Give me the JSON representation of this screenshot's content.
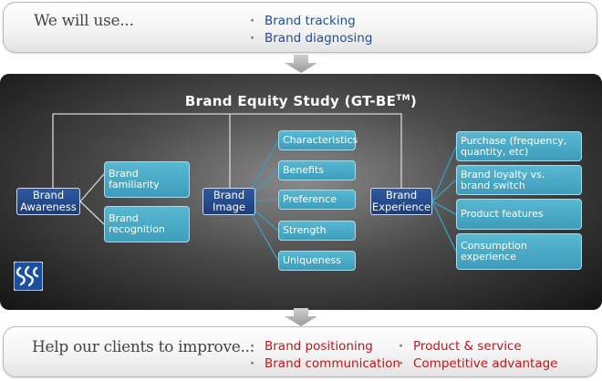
{
  "top": {
    "heading": "We will use...",
    "items": [
      "Brand tracking",
      "Brand diagnosing"
    ]
  },
  "diagram": {
    "title": "Brand Equity Study (GT-BE",
    "title_sup": "TM",
    "title_close": ")",
    "awareness": {
      "label_line1": "Brand",
      "label_line2": "Awareness",
      "children": [
        "Brand familiarity",
        "Brand recognition"
      ]
    },
    "image": {
      "label_line1": "Brand",
      "label_line2": "Image",
      "children": [
        "Characteristics",
        "Benefits",
        "Preference",
        "Strength",
        "Uniqueness"
      ]
    },
    "experience": {
      "label_line1": "Brand",
      "label_line2": "Experience",
      "children": [
        {
          "line1": "Purchase (frequency,",
          "line2": "quantity, etc)"
        },
        {
          "line1": "Brand loyalty vs.",
          "line2": "brand switch"
        },
        {
          "line1": "Product features",
          "line2": ""
        },
        {
          "line1": "Consumption experience",
          "line2": ""
        }
      ]
    }
  },
  "bottom": {
    "heading": "Help our clients to improve...",
    "col1": [
      "Brand positioning",
      "Brand communication"
    ],
    "col2": [
      "Product & service",
      "Competitive advantage"
    ]
  },
  "colors": {
    "list_blue": "#1f4e99",
    "list_red": "#c0161b",
    "main_node": "#2f5aa0",
    "leaf_node": "#4aa9c6"
  },
  "icons": [
    "down-arrow-icon",
    "company-logo-icon"
  ]
}
